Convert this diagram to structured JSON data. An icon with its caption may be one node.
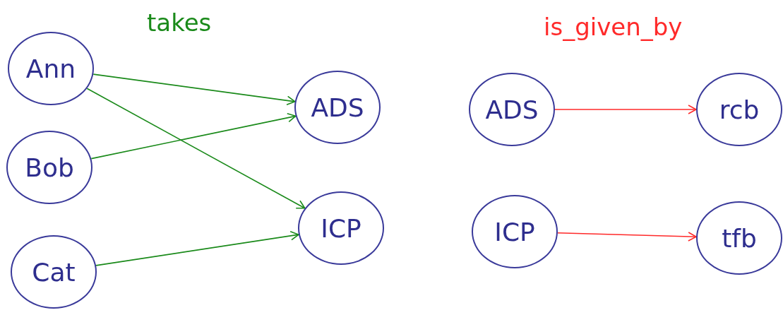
{
  "diagram": {
    "nodes": [
      {
        "text": [
          "Ann"
        ]
      },
      {
        "text": [
          "Bob"
        ]
      },
      {
        "text": [
          "Cat"
        ]
      },
      {
        "text": [
          "ADS"
        ]
      },
      {
        "text": [
          "ICP"
        ]
      },
      {
        "text": [
          "ADS"
        ]
      },
      {
        "text": [
          "rcb"
        ]
      },
      {
        "text": [
          "ICP"
        ]
      },
      {
        "text": [
          "tfb"
        ]
      }
    ],
    "edges": [
      {
        "from": 0,
        "to": 3,
        "arrow": "to"
      },
      {
        "from": 0,
        "to": 4,
        "arrow": "to"
      },
      {
        "from": 1,
        "to": 3,
        "arrow": "to"
      },
      {
        "from": 2,
        "to": 4,
        "arrow": "to"
      },
      {
        "from": 5,
        "to": 6,
        "arrow": "to",
        "color": "#ff2a2a"
      },
      {
        "from": 7,
        "to": 8,
        "arrow": "to",
        "color": "#ff2a2a"
      }
    ],
    "labels": [
      "takes",
      "is_given_by"
    ]
  }
}
